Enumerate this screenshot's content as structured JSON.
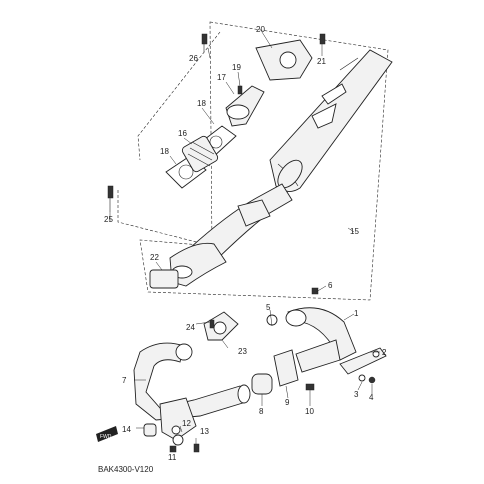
{
  "diagram_code": "BAK4300-V120",
  "callouts": [
    {
      "id": "c1",
      "text": "1"
    },
    {
      "id": "c2",
      "text": "2"
    },
    {
      "id": "c3",
      "text": "3"
    },
    {
      "id": "c4",
      "text": "4"
    },
    {
      "id": "c5",
      "text": "5"
    },
    {
      "id": "c6",
      "text": "6"
    },
    {
      "id": "c7",
      "text": "7"
    },
    {
      "id": "c8",
      "text": "8"
    },
    {
      "id": "c9",
      "text": "9"
    },
    {
      "id": "c10",
      "text": "10"
    },
    {
      "id": "c11",
      "text": "11"
    },
    {
      "id": "c12",
      "text": "12"
    },
    {
      "id": "c13",
      "text": "13"
    },
    {
      "id": "c14",
      "text": "14"
    },
    {
      "id": "c15",
      "text": "15"
    },
    {
      "id": "c16",
      "text": "16"
    },
    {
      "id": "c17",
      "text": "17"
    },
    {
      "id": "c18a",
      "text": "18"
    },
    {
      "id": "c18b",
      "text": "18"
    },
    {
      "id": "c19",
      "text": "19"
    },
    {
      "id": "c20",
      "text": "20"
    },
    {
      "id": "c21",
      "text": "21"
    },
    {
      "id": "c22",
      "text": "22"
    },
    {
      "id": "c23",
      "text": "23"
    },
    {
      "id": "c24",
      "text": "24"
    },
    {
      "id": "c25",
      "text": "25"
    },
    {
      "id": "c26",
      "text": "26"
    }
  ],
  "front_badge": "FWD"
}
